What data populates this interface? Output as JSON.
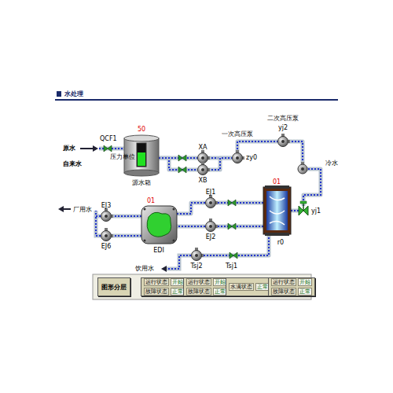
{
  "diagram": {
    "title": "水处理",
    "nodes": [
      {
        "text": [
          "50",
          "源水箱"
        ]
      },
      {
        "text": [
          "XA"
        ]
      },
      {
        "text": [
          "XB"
        ]
      },
      {
        "text": [
          "一次高压泵",
          "zy0"
        ]
      },
      {
        "text": [
          "二次高压泵",
          "yj2"
        ]
      },
      {
        "text": [
          "yj1"
        ]
      },
      {
        "text": [
          "01",
          "r0"
        ]
      },
      {
        "text": [
          "EJ1"
        ]
      },
      {
        "text": [
          "EJ2"
        ]
      },
      {
        "text": [
          "01",
          "EDI"
        ]
      },
      {
        "text": [
          "EJ3"
        ]
      },
      {
        "text": [
          "EJ6"
        ]
      },
      {
        "text": [
          "Tsj2"
        ]
      },
      {
        "text": [
          "图形分层"
        ]
      },
      {
        "text": [
          "运行状态",
          "开始",
          "故障状态",
          "正常"
        ]
      },
      {
        "text": [
          "运行状态",
          "开始",
          "故障状态",
          "正常"
        ]
      },
      {
        "text": [
          "水满状态",
          "正常"
        ]
      },
      {
        "text": [
          "运行状态",
          "开始",
          "故障状态",
          "正常"
        ]
      }
    ],
    "edges": [
      {
        "from": 0,
        "to": 1,
        "arrow": "none"
      },
      {
        "from": 0,
        "to": 2,
        "arrow": "none"
      },
      {
        "from": 1,
        "to": 3,
        "arrow": "none"
      },
      {
        "from": 2,
        "to": 3,
        "arrow": "none"
      },
      {
        "from": 3,
        "to": 4,
        "arrow": "none"
      },
      {
        "from": 4,
        "to": 5,
        "arrow": "none"
      },
      {
        "from": 5,
        "to": 6,
        "arrow": "none"
      },
      {
        "from": 6,
        "to": 7,
        "arrow": "none"
      },
      {
        "from": 6,
        "to": 8,
        "arrow": "none"
      },
      {
        "from": 7,
        "to": 9,
        "arrow": "none"
      },
      {
        "from": 8,
        "to": 9,
        "arrow": "none"
      },
      {
        "from": 9,
        "to": 10,
        "arrow": "none"
      },
      {
        "from": 9,
        "to": 11,
        "arrow": "none"
      },
      {
        "from": 6,
        "to": 12,
        "arrow": "none"
      }
    ],
    "labels": [
      "原水",
      "自来水",
      "QCF1",
      "压力单位",
      "冷水",
      "厂用水",
      "饮用水",
      "Tsj1"
    ]
  }
}
